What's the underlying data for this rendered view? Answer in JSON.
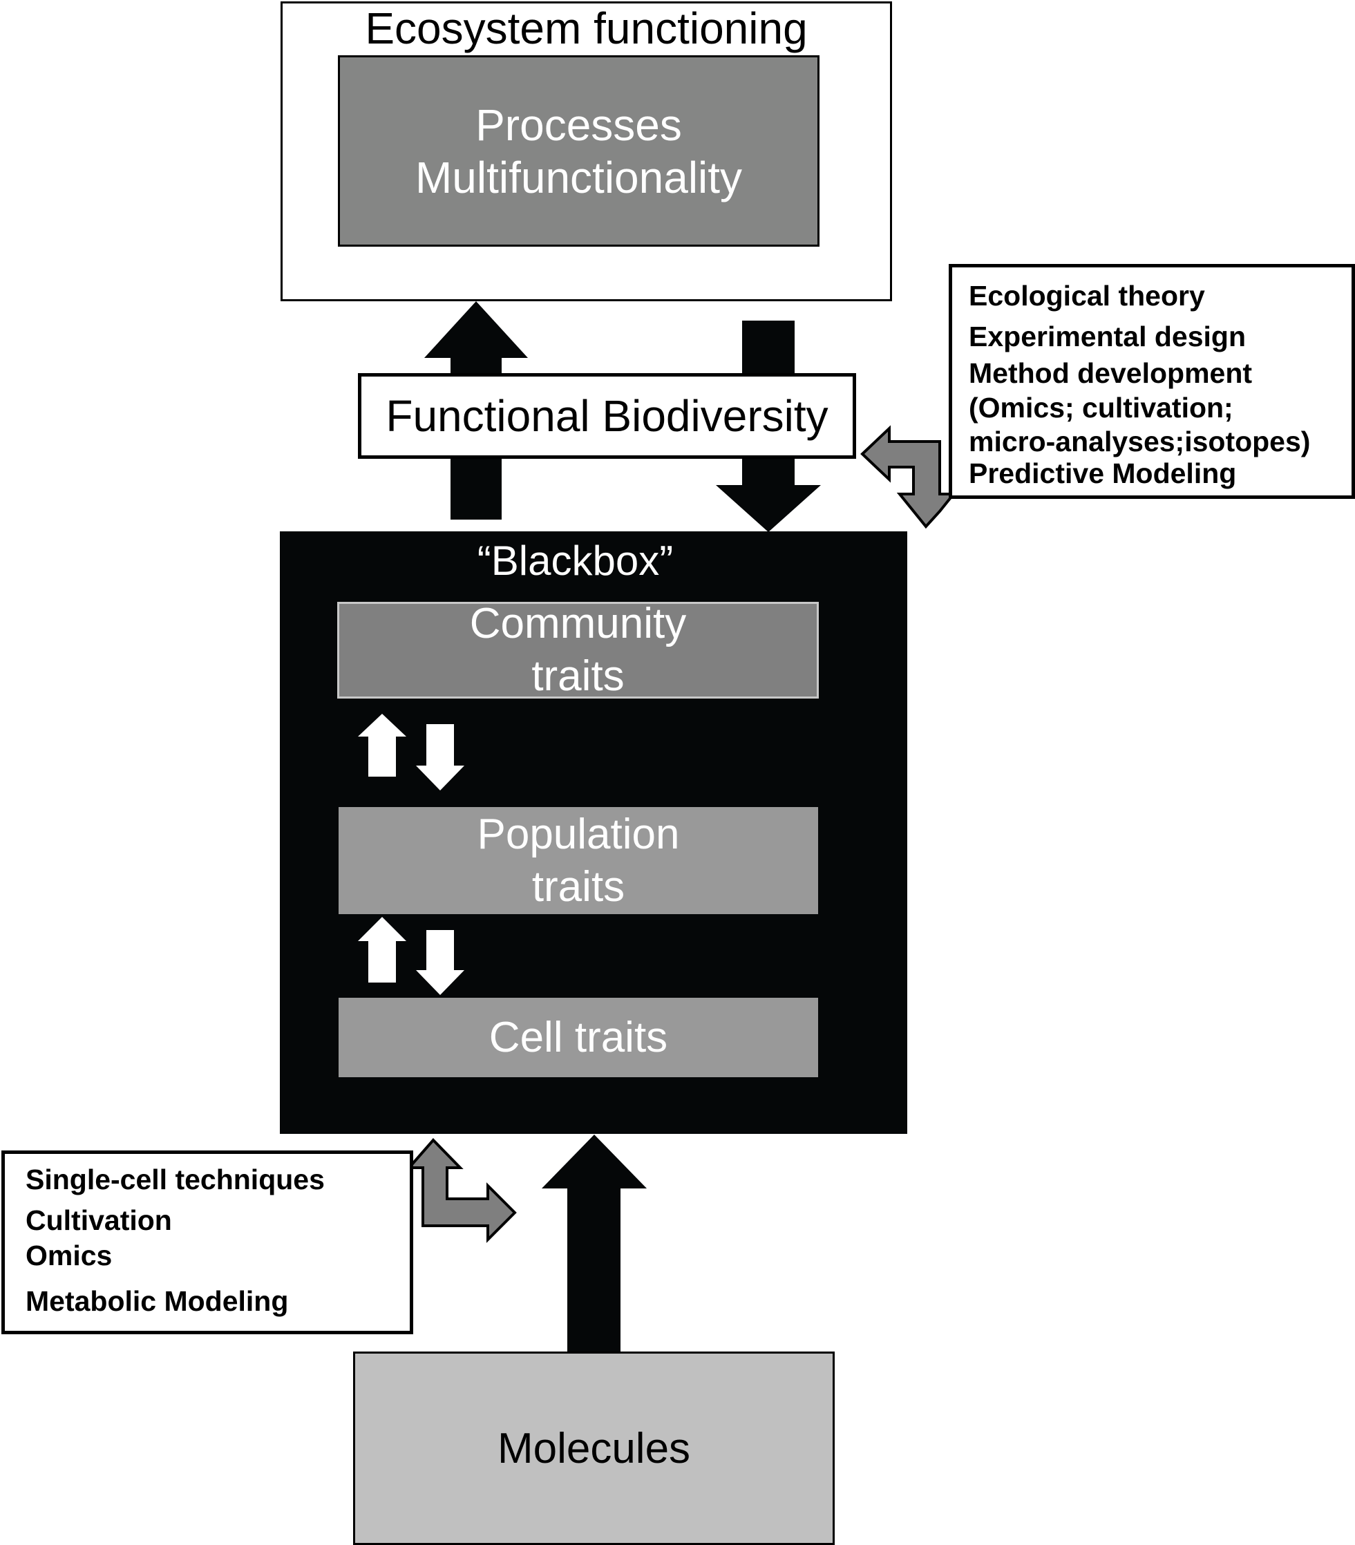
{
  "ecosystem": {
    "title": "Ecosystem functioning",
    "processes_line1": "Processes",
    "processes_line2": "Multifunctionality"
  },
  "functional_biodiversity": "Functional Biodiversity",
  "blackbox": {
    "title": "“Blackbox”",
    "community_line1": "Community",
    "community_line2": "traits",
    "population_line1": "Population",
    "population_line2": "traits",
    "cell": "Cell traits"
  },
  "molecules": "Molecules",
  "methods_right": [
    "Ecological theory",
    "Experimental design",
    "Method development",
    "(Omics; cultivation;",
    "micro-analyses;isotopes)",
    "Predictive Modeling"
  ],
  "methods_left": [
    "Single-cell techniques",
    "Cultivation",
    "Omics",
    "Metabolic Modeling"
  ],
  "colors": {
    "black": "#050708",
    "dark_gray": "#858685",
    "mid_gray": "#999999",
    "light_gray": "#c0c0c0",
    "arrow_gray": "#7f7f7f"
  }
}
